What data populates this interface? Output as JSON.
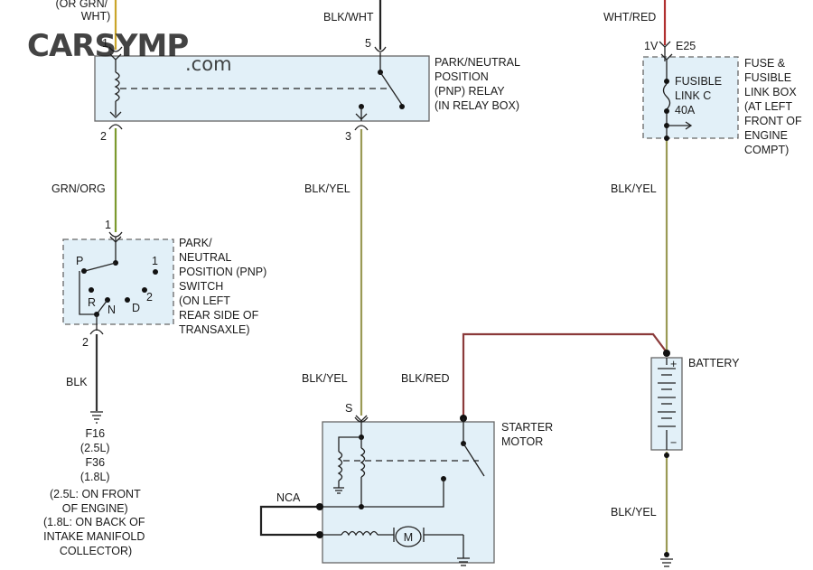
{
  "watermark": {
    "brand": "CARSYMP",
    "suffix": ".com",
    "color": "#7a6ad6"
  },
  "colors": {
    "wire_grn_org": "#7c9a2e",
    "wire_blk_yel": "#9a9a55",
    "wire_blk_red": "#8b3a3a",
    "wire_blk": "#333333",
    "wire_wht": "#caa52a",
    "component_fill": "#e2f0f8"
  },
  "relay": {
    "top_pin": "1",
    "top_label_lines": [
      "(OR GRN/",
      "WHT)"
    ],
    "top_right_wire": "BLK/WHT",
    "top_right_pin": "5",
    "bottom_left_pin": "2",
    "bottom_right_pin": "3",
    "label_lines": [
      "PARK/NEUTRAL",
      "POSITION",
      "(PNP) RELAY",
      "(IN RELAY BOX)"
    ]
  },
  "fuse_box": {
    "wire_in": "WHT/RED",
    "pin_1v": "1V",
    "pin_e25": "E25",
    "fuse_lines": [
      "FUSIBLE",
      "LINK C",
      "40A"
    ],
    "label_lines": [
      "FUSE &",
      "FUSIBLE",
      "LINK BOX",
      "(AT LEFT",
      "FRONT OF",
      "ENGINE",
      "COMPT)"
    ]
  },
  "wires": {
    "grn_org": "GRN/ORG",
    "blk_yel_relay": "BLK/YEL",
    "blk_yel_fuse": "BLK/YEL",
    "blk_yel_starter": "BLK/YEL",
    "blk_red": "BLK/RED",
    "blk": "BLK",
    "blk_yel_battery": "BLK/YEL",
    "nca": "NCA"
  },
  "pnp_switch": {
    "top_pin": "1",
    "bottom_pin": "2",
    "positions": {
      "p": "P",
      "one": "1",
      "r": "R",
      "n": "N",
      "d": "D",
      "two": "2"
    },
    "label_lines": [
      "PARK/",
      "NEUTRAL",
      "POSITION (PNP)",
      "SWITCH",
      "(ON LEFT",
      "REAR SIDE OF",
      "TRANSAXLE)"
    ]
  },
  "ground_note": [
    "F16",
    "(2.5L)",
    "F36",
    "(1.8L)",
    "(2.5L: ON FRONT",
    "OF ENGINE)",
    "(1.8L: ON BACK OF",
    "INTAKE MANIFOLD",
    "COLLECTOR)"
  ],
  "starter": {
    "terminal": "S",
    "label_lines": [
      "STARTER",
      "MOTOR"
    ],
    "motor_symbol": "M"
  },
  "battery": {
    "label": "BATTERY",
    "plus": "+",
    "minus": "−"
  }
}
